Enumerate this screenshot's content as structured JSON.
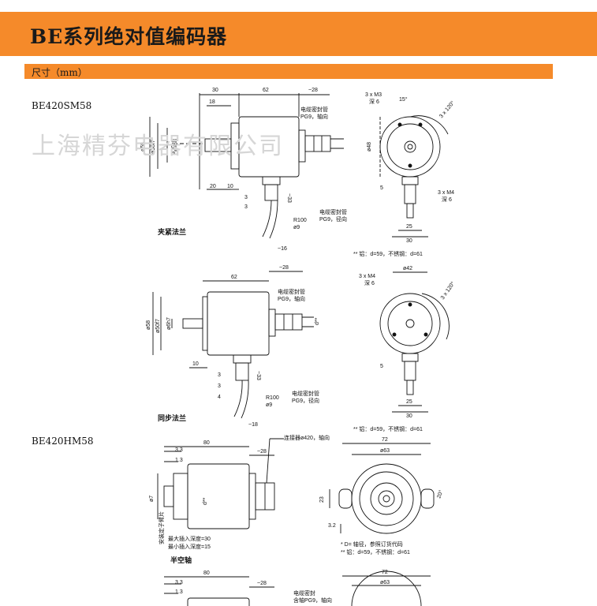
{
  "header": {
    "title": "BE系列绝对值编码器"
  },
  "section": {
    "label": "尺寸（mm）"
  },
  "models": [
    "BE420SM58",
    "BE420HM58"
  ],
  "watermark": "上海精芬电器有限公司",
  "drawing1": {
    "dims": [
      "30",
      "62",
      "~28",
      "18",
      "20",
      "10",
      "3",
      "3",
      "~33",
      "R100",
      "ø9",
      "~16",
      "ø58",
      "ø36f7",
      "ø10h8"
    ],
    "cable_axial": [
      "电缆密封管",
      "PG9，轴向"
    ],
    "cable_radial": [
      "电缆密封管",
      "PG9，径向"
    ],
    "caption": "夹紧法兰",
    "front_dims": [
      "3 x M3",
      "深 6",
      "15°",
      "3 x 120°",
      "ø48",
      "5",
      "3 x M4",
      "深 6",
      "25",
      "30"
    ],
    "note": "** 铝：d=59，不锈钢：d=61"
  },
  "drawing2": {
    "dims": [
      "~28",
      "62",
      "ø58",
      "ø50f7",
      "ø6h7",
      "10",
      "3",
      "3",
      "4",
      "~33",
      "R100",
      "ø9",
      "~18",
      "d**"
    ],
    "cable_axial": [
      "电缆密封管",
      "PG9，轴向"
    ],
    "cable_radial": [
      "电缆密封管",
      "PG9，径向"
    ],
    "caption": "同步法兰",
    "front_dims": [
      "ø42",
      "3 x M4",
      "深 6",
      "3 x 120°",
      "5",
      "25",
      "30"
    ],
    "note": "** 铝：d=59，不锈钢：d=61"
  },
  "drawing3": {
    "dims": [
      "80",
      "3.3",
      "1.3",
      "~28",
      "ø7",
      "d**",
      "72",
      "ø63",
      "23",
      "20°",
      "3.2"
    ],
    "connector": "连接器ø420，轴向",
    "side_label": "安装定子臂片",
    "depth_max": "最大插入深度=30",
    "depth_min": "最小插入深度=15",
    "caption": "半空轴",
    "note1": "* D= 轴径，参照订货代码",
    "note2": "** 铝：d=59，不锈钢：d=61"
  },
  "drawing4": {
    "dims": [
      "80",
      "3.3",
      "1.3",
      "~28",
      "72",
      "ø63"
    ],
    "cable": [
      "电缆密封",
      "含轴PG9，轴向"
    ]
  }
}
